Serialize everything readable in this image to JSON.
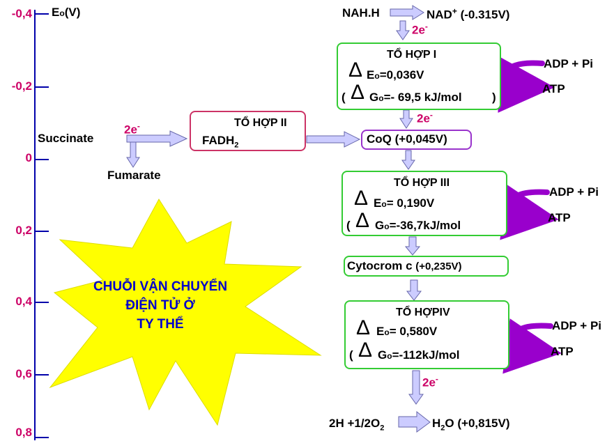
{
  "axis": {
    "label_e": "E",
    "label_o": "o",
    "label_unit": "(V)",
    "ticks": [
      "-0,4",
      "-0,2",
      "0",
      "0,2",
      "0,4",
      "0,6",
      "0,8"
    ]
  },
  "top": {
    "nah": "NAH.H",
    "nad": "NAD",
    "nad_sup": "+",
    "nad_value": "(-0.315V)"
  },
  "electrons": "2e",
  "electrons_sup": "-",
  "complex1": {
    "title": "TỔ HỢP I",
    "eo_value": "=0,036V",
    "go_open": "(",
    "go_value": "=- 69,5 kJ/mol",
    "go_close": ")"
  },
  "complex2": {
    "title": "TỔ HỢP II",
    "fadh": "FADH",
    "fadh_sub": "2"
  },
  "succinate": "Succinate",
  "fumarate": "Fumarate",
  "coq": "CoQ (+0,045V)",
  "complex3": {
    "title": "TỔ HỢP III",
    "eo_value": "= 0,190V",
    "go_open": "(",
    "go_value": "=-36,7kJ/mol"
  },
  "cytochrome": {
    "label": "Cytocrom c",
    "value": "(+0,235V)"
  },
  "complex4": {
    "title": "TỔ HỢPIV",
    "eo_value": "= 0,580V",
    "go_open": "(",
    "go_value": "=-112kJ/mol"
  },
  "water": {
    "left": "2H +1/2O",
    "left_sub": "2",
    "right": "H",
    "right_sub": "2",
    "right_rest": "O (+0,815V)"
  },
  "atp_adp": "ADP + Pi",
  "atp": "ATP",
  "delta": "Δ",
  "eo_e": "E",
  "eo_o": "o",
  "go_g": "G",
  "go_o": "o",
  "star": {
    "line1": "CHUỖI VẬN CHUYỂN",
    "line2": "ĐIỆN TỬ Ở",
    "line3": "TY THỂ"
  },
  "colors": {
    "axis": "#0000aa",
    "tick_label": "#cc0066",
    "box_border_green": "#33cc33",
    "coq_border": "#9933cc",
    "fad_border": "#cc3366",
    "arrow_fill": "#ccccff",
    "atp_arrow": "#9900cc",
    "star_fill": "#ffff00",
    "star_text": "#0000cc"
  }
}
